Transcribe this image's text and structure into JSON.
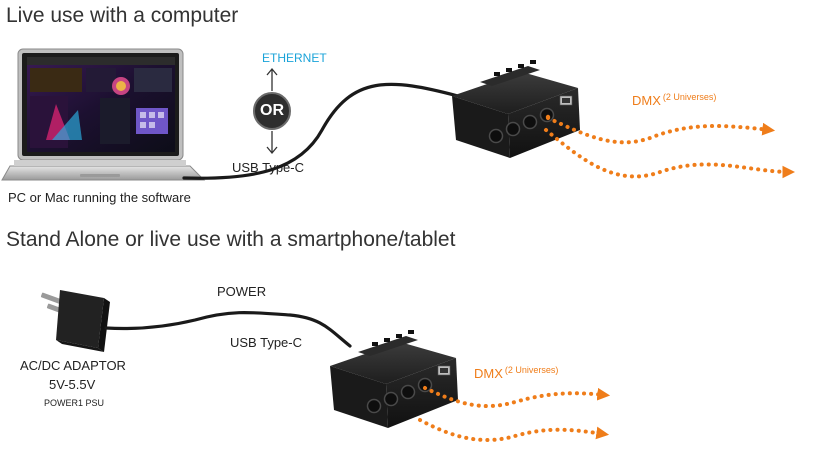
{
  "section1": {
    "heading": "Live use with a computer",
    "laptop_caption": "PC or Mac running the software",
    "ethernet_label": "ETHERNET",
    "or_label": "OR",
    "usb_label": "USB Type-C",
    "dmx_label": "DMX",
    "dmx_universes": "(2 Universes)"
  },
  "section2": {
    "heading": "Stand Alone or live use with a smartphone/tablet",
    "power_label": "POWER",
    "usb_label": "USB Type-C",
    "adaptor_line1": "AC/DC ADAPTOR",
    "adaptor_line2": "5V-5.5V",
    "adaptor_line3": "POWER1 PSU",
    "dmx_label": "DMX",
    "dmx_universes": "(2 Universes)"
  },
  "colors": {
    "accent_blue": "#1aa3d9",
    "accent_orange": "#ef7d1a",
    "text_dark": "#222222",
    "device_dark": "#262626",
    "or_badge": "#2e2e2e"
  },
  "icons": {
    "laptop": "laptop-icon",
    "interface": "dmx-interface-icon",
    "adaptor": "power-adaptor-icon"
  }
}
